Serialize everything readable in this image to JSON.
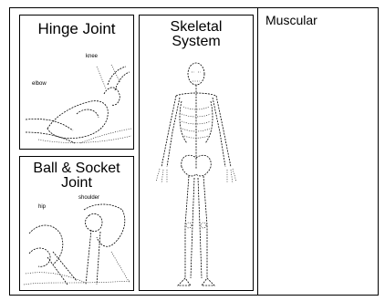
{
  "panels": {
    "hinge": {
      "title": "Hinge Joint",
      "labels": {
        "knee": "knee",
        "elbow": "elbow"
      }
    },
    "ball_socket": {
      "title_line1": "Ball & Socket",
      "title_line2": "Joint",
      "labels": {
        "shoulder": "shoulder",
        "hip": "hip"
      }
    },
    "skeletal": {
      "title_line1": "Skeletal",
      "title_line2": "System"
    },
    "muscular": {
      "title": "Muscular"
    }
  }
}
